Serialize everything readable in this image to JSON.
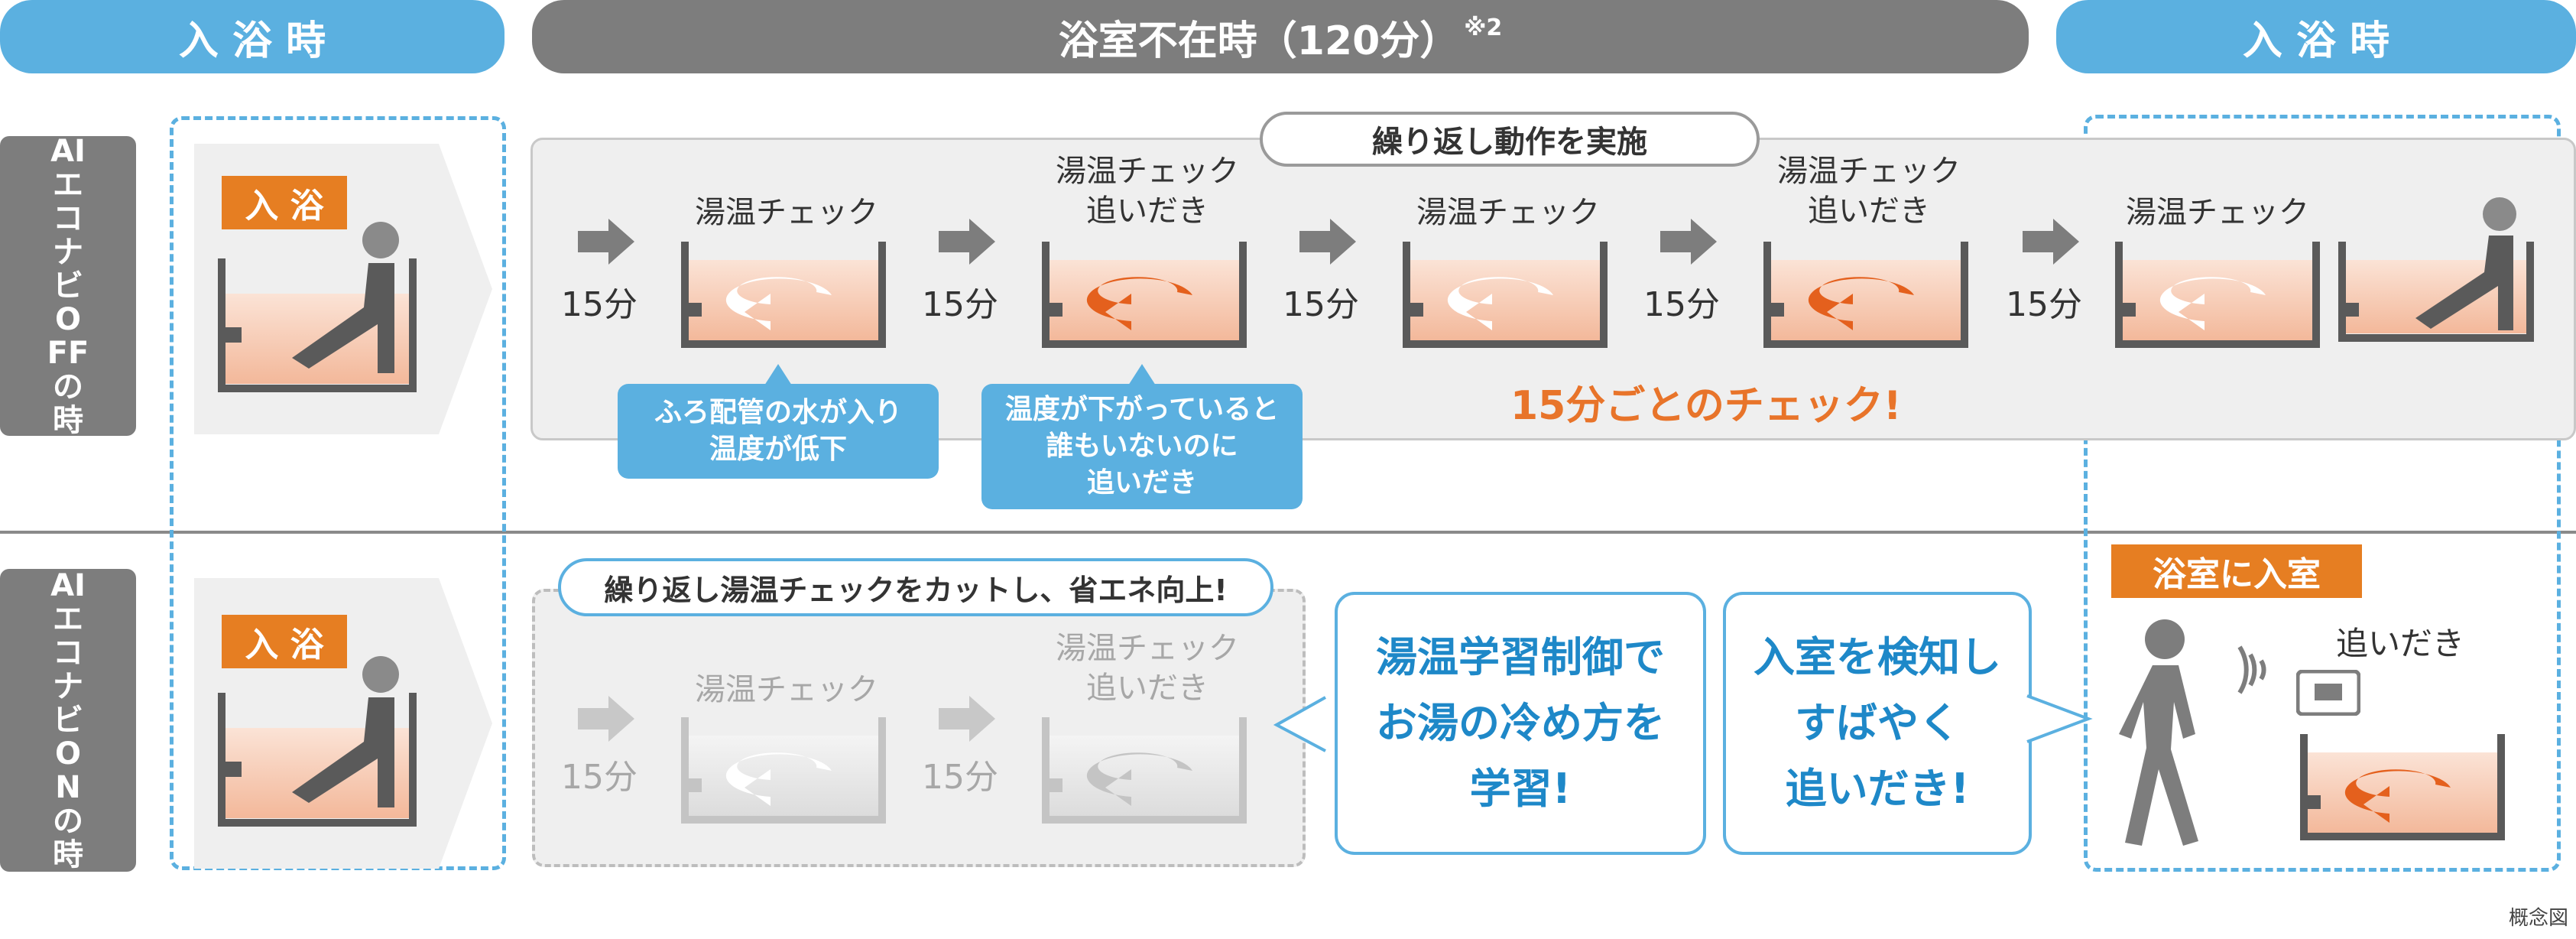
{
  "header": {
    "left": "入 浴 時",
    "middle": "浴室不在時（120分）",
    "middle_note": "※2",
    "right": "入 浴 時"
  },
  "rows": {
    "off_label": "AIエコナビOFFの時",
    "on_label": "AIエコナビONの時"
  },
  "bath_tag": "入 浴",
  "off_row": {
    "repeat_label": "繰り返し動作を実施",
    "interval": "15分",
    "steps": [
      {
        "line1": "湯温チェック",
        "line2": ""
      },
      {
        "line1": "湯温チェック",
        "line2": "追いだき"
      },
      {
        "line1": "湯温チェック",
        "line2": ""
      },
      {
        "line1": "湯温チェック",
        "line2": "追いだき"
      },
      {
        "line1": "湯温チェック",
        "line2": ""
      }
    ],
    "callout1": [
      "ふろ配管の水が入り",
      "温度が低下"
    ],
    "callout2": [
      "温度が下がっていると",
      "誰もいないのに",
      "追いだき"
    ],
    "check_text": "15分ごとのチェック!"
  },
  "on_row": {
    "cut_label": "繰り返し湯温チェックをカットし、省エネ向上!",
    "interval": "15分",
    "steps": [
      {
        "line1": "湯温チェック",
        "line2": ""
      },
      {
        "line1": "湯温チェック",
        "line2": "追いだき"
      }
    ],
    "bubble1": [
      "湯温学習制御で",
      "お湯の冷め方を",
      "学習!"
    ],
    "bubble2": [
      "入室を検知し",
      "すばやく",
      "追いだき!"
    ],
    "enter_tag": "浴室に入室",
    "reheat_label": "追いだき"
  },
  "footnote": "概念図",
  "colors": {
    "blue": "#5bb0e0",
    "gray": "#7d7d7d",
    "orange": "#e67e22",
    "water": "#f8d6c4"
  }
}
